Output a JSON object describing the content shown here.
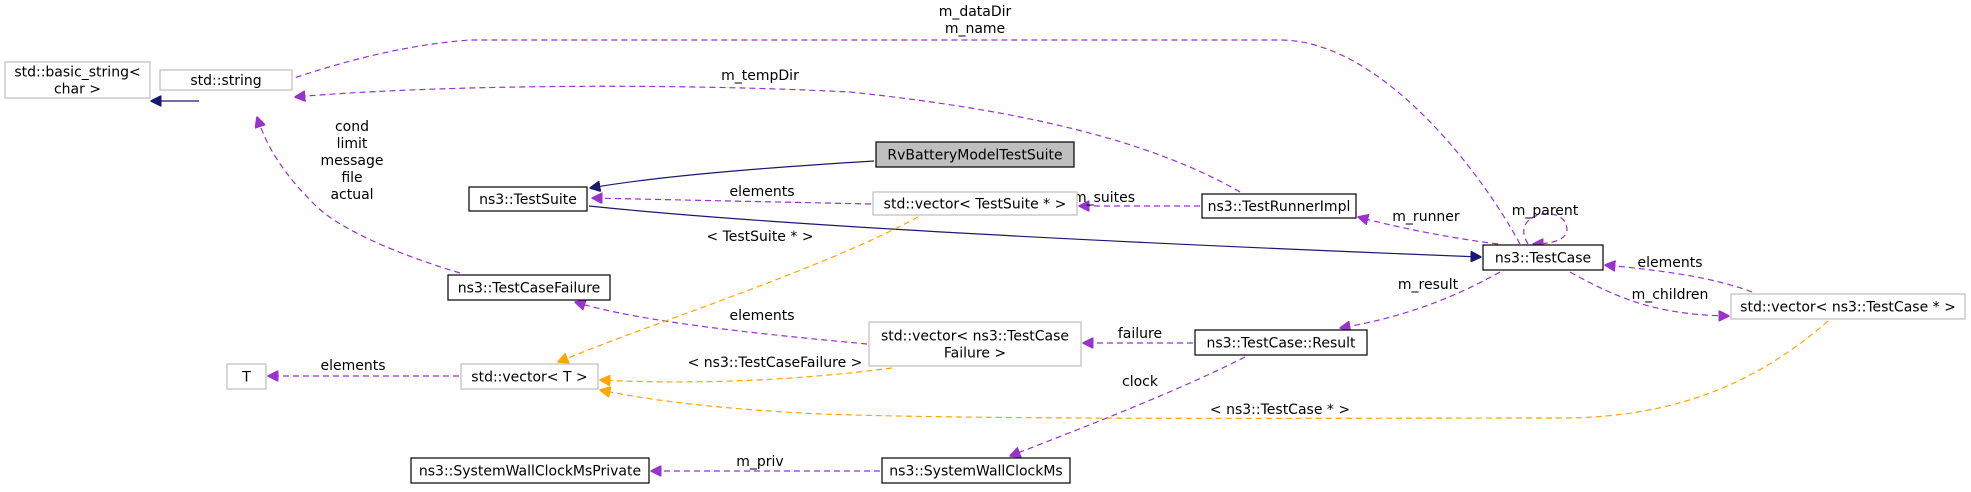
{
  "palette": {
    "inherit": "#191970",
    "usage": "#9a32cd",
    "template": "#ffa500",
    "node_border_documented": "#000000",
    "node_border_external": "#bfbfbf",
    "highlight_fill": "#bfbfbf"
  },
  "nodes": {
    "basic_string": {
      "lines": [
        "std::basic_string<",
        "char >"
      ],
      "kind": "external"
    },
    "string": {
      "lines": [
        "std::string"
      ],
      "kind": "external"
    },
    "rv_suite": {
      "lines": [
        "RvBatteryModelTestSuite"
      ],
      "kind": "highlight"
    },
    "test_suite": {
      "lines": [
        "ns3::TestSuite"
      ],
      "kind": "documented"
    },
    "vector_suite": {
      "lines": [
        "std::vector< TestSuite * >"
      ],
      "kind": "external"
    },
    "runner_impl": {
      "lines": [
        "ns3::TestRunnerImpl"
      ],
      "kind": "documented"
    },
    "test_case": {
      "lines": [
        "ns3::TestCase"
      ],
      "kind": "documented"
    },
    "vector_case": {
      "lines": [
        "std::vector< ns3::TestCase * >"
      ],
      "kind": "external"
    },
    "case_failure": {
      "lines": [
        "ns3::TestCaseFailure"
      ],
      "kind": "documented"
    },
    "T": {
      "lines": [
        "T"
      ],
      "kind": "external"
    },
    "vector_T": {
      "lines": [
        "std::vector< T >"
      ],
      "kind": "external"
    },
    "vector_failure": {
      "lines": [
        "std::vector< ns3::TestCase",
        "Failure >"
      ],
      "kind": "external"
    },
    "result": {
      "lines": [
        "ns3::TestCase::Result"
      ],
      "kind": "documented"
    },
    "wallclock_private": {
      "lines": [
        "ns3::SystemWallClockMsPrivate"
      ],
      "kind": "documented"
    },
    "wallclock": {
      "lines": [
        "ns3::SystemWallClockMs"
      ],
      "kind": "documented"
    }
  },
  "edges": [
    {
      "id": "string-basic_string",
      "from": "string",
      "to": "basic_string",
      "type": "inherit",
      "label": []
    },
    {
      "id": "rv-testsuite",
      "from": "rv_suite",
      "to": "test_suite",
      "type": "inherit",
      "label": []
    },
    {
      "id": "testsuite-testcase",
      "from": "test_suite",
      "to": "test_case",
      "type": "inherit",
      "label": []
    },
    {
      "id": "testcase-string",
      "from": "test_case",
      "to": "string",
      "type": "usage",
      "label": [
        "m_dataDir",
        "m_name"
      ]
    },
    {
      "id": "runner-string",
      "from": "runner_impl",
      "to": "string",
      "type": "usage",
      "label": [
        "m_tempDir"
      ]
    },
    {
      "id": "failure-string",
      "from": "case_failure",
      "to": "string",
      "type": "usage",
      "label": [
        "cond",
        "limit",
        "message",
        "file",
        "actual"
      ]
    },
    {
      "id": "vecsuite-testsuite",
      "from": "vector_suite",
      "to": "test_suite",
      "type": "usage",
      "label": [
        "elements"
      ]
    },
    {
      "id": "runner-vecsuite",
      "from": "runner_impl",
      "to": "vector_suite",
      "type": "usage",
      "label": [
        "m_suites"
      ]
    },
    {
      "id": "testcase-runner",
      "from": "test_case",
      "to": "runner_impl",
      "type": "usage",
      "label": [
        "m_runner"
      ]
    },
    {
      "id": "testcase-self",
      "from": "test_case",
      "to": "test_case",
      "type": "usage",
      "label": [
        "m_parent"
      ]
    },
    {
      "id": "veccase-testcase",
      "from": "vector_case",
      "to": "test_case",
      "type": "usage",
      "label": [
        "elements"
      ]
    },
    {
      "id": "testcase-veccase",
      "from": "test_case",
      "to": "vector_case",
      "type": "usage",
      "label": [
        "m_children"
      ]
    },
    {
      "id": "testcase-result",
      "from": "test_case",
      "to": "result",
      "type": "usage",
      "label": [
        "m_result"
      ]
    },
    {
      "id": "vecfailure-failure",
      "from": "vector_failure",
      "to": "case_failure",
      "type": "usage",
      "label": [
        "elements"
      ]
    },
    {
      "id": "result-vecfailure",
      "from": "result",
      "to": "vector_failure",
      "type": "usage",
      "label": [
        "failure"
      ]
    },
    {
      "id": "vecT-T",
      "from": "vector_T",
      "to": "T",
      "type": "usage",
      "label": [
        "elements"
      ]
    },
    {
      "id": "vecsuite-vecT",
      "from": "vector_suite",
      "to": "vector_T",
      "type": "template",
      "label": [
        "< TestSuite * >"
      ]
    },
    {
      "id": "vecfailure-vecT",
      "from": "vector_failure",
      "to": "vector_T",
      "type": "template",
      "label": [
        "< ns3::TestCaseFailure >"
      ]
    },
    {
      "id": "veccase-vecT",
      "from": "vector_case",
      "to": "vector_T",
      "type": "template",
      "label": [
        "< ns3::TestCase * >"
      ]
    },
    {
      "id": "result-wallclock",
      "from": "result",
      "to": "wallclock",
      "type": "usage",
      "label": [
        "clock"
      ]
    },
    {
      "id": "wallclock-private",
      "from": "wallclock",
      "to": "wallclock_private",
      "type": "usage",
      "label": [
        "m_priv"
      ]
    }
  ]
}
